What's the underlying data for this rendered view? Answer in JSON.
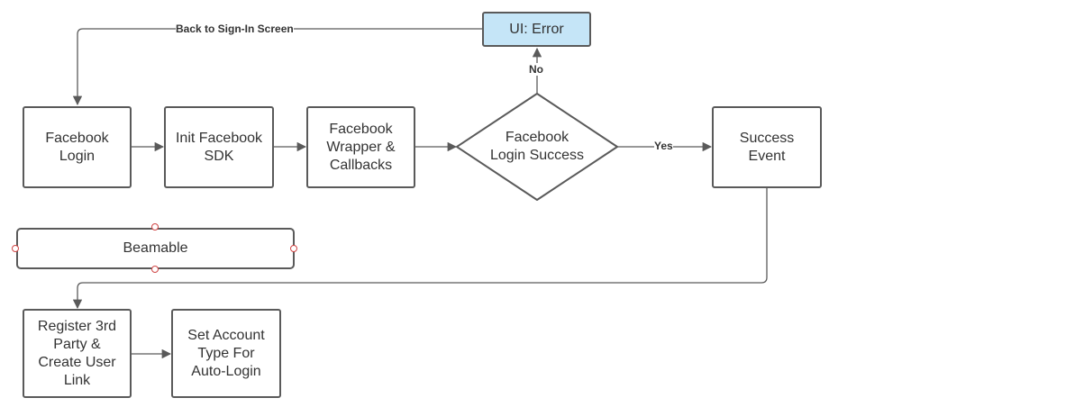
{
  "nodes": {
    "facebook_login": "Facebook\nLogin",
    "init_sdk": "Init Facebook\nSDK",
    "wrapper": "Facebook\nWrapper &\nCallbacks",
    "decision": "Facebook\nLogin Success",
    "success": "Success\nEvent",
    "error": "UI: Error",
    "beamable": "Beamable",
    "register": "Register 3rd\nParty &\nCreate User\nLink",
    "set_account": "Set Account\nType For\nAuto-Login"
  },
  "edges": {
    "back_label": "Back to Sign-In Screen",
    "no_label": "No",
    "yes_label": "Yes"
  },
  "colors": {
    "line": "#5a5a5a",
    "error_fill": "#c5e5f7",
    "handle": "#d04545"
  }
}
